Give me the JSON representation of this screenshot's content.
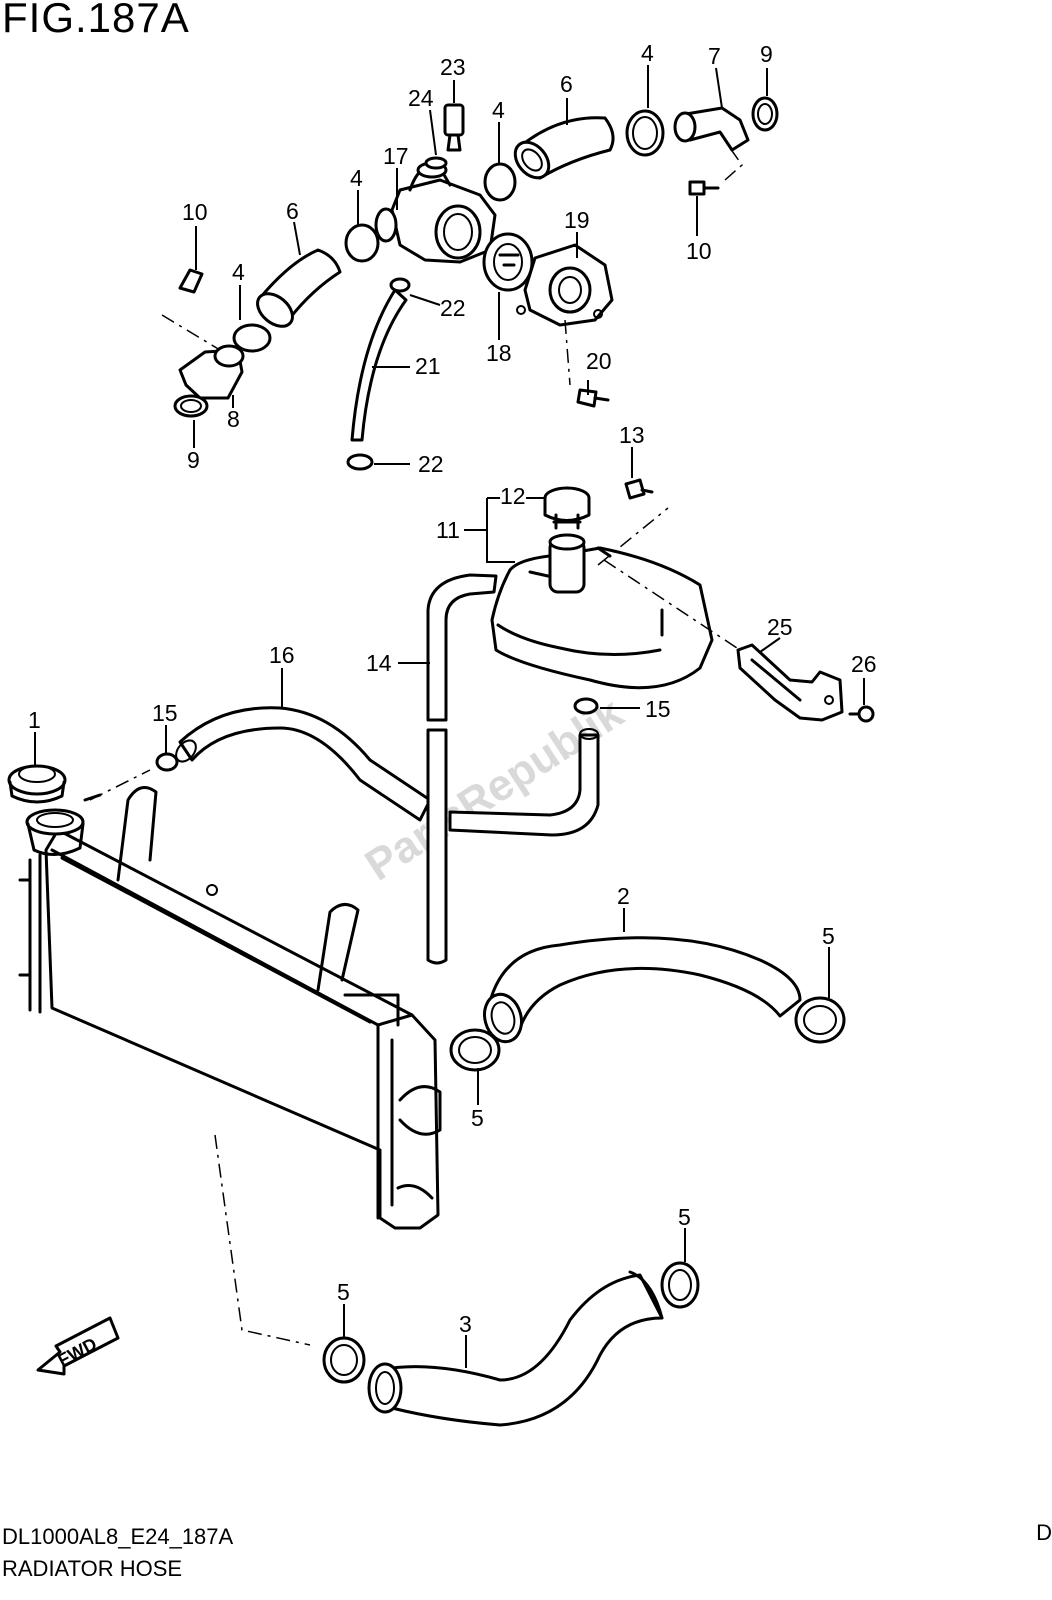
{
  "figure": {
    "title": "FIG.187A",
    "code": "DL1000AL8_E24_187A",
    "name": "RADIATOR HOSE",
    "corner_mark": "D"
  },
  "watermark": "PartsRepublik",
  "direction_label": "FWD",
  "callouts": {
    "c1": "1",
    "c2": "2",
    "c3": "3",
    "c4a": "4",
    "c4b": "4",
    "c4c": "4",
    "c4d": "4",
    "c5a": "5",
    "c5b": "5",
    "c5c": "5",
    "c5d": "5",
    "c6a": "6",
    "c6b": "6",
    "c7": "7",
    "c8": "8",
    "c9a": "9",
    "c9b": "9",
    "c10a": "10",
    "c10b": "10",
    "c11": "11",
    "c12": "12",
    "c13": "13",
    "c14": "14",
    "c15a": "15",
    "c15b": "15",
    "c16": "16",
    "c17": "17",
    "c18": "18",
    "c19": "19",
    "c20": "20",
    "c21": "21",
    "c22a": "22",
    "c22b": "22",
    "c23": "23",
    "c24": "24",
    "c25": "25",
    "c26": "26"
  }
}
